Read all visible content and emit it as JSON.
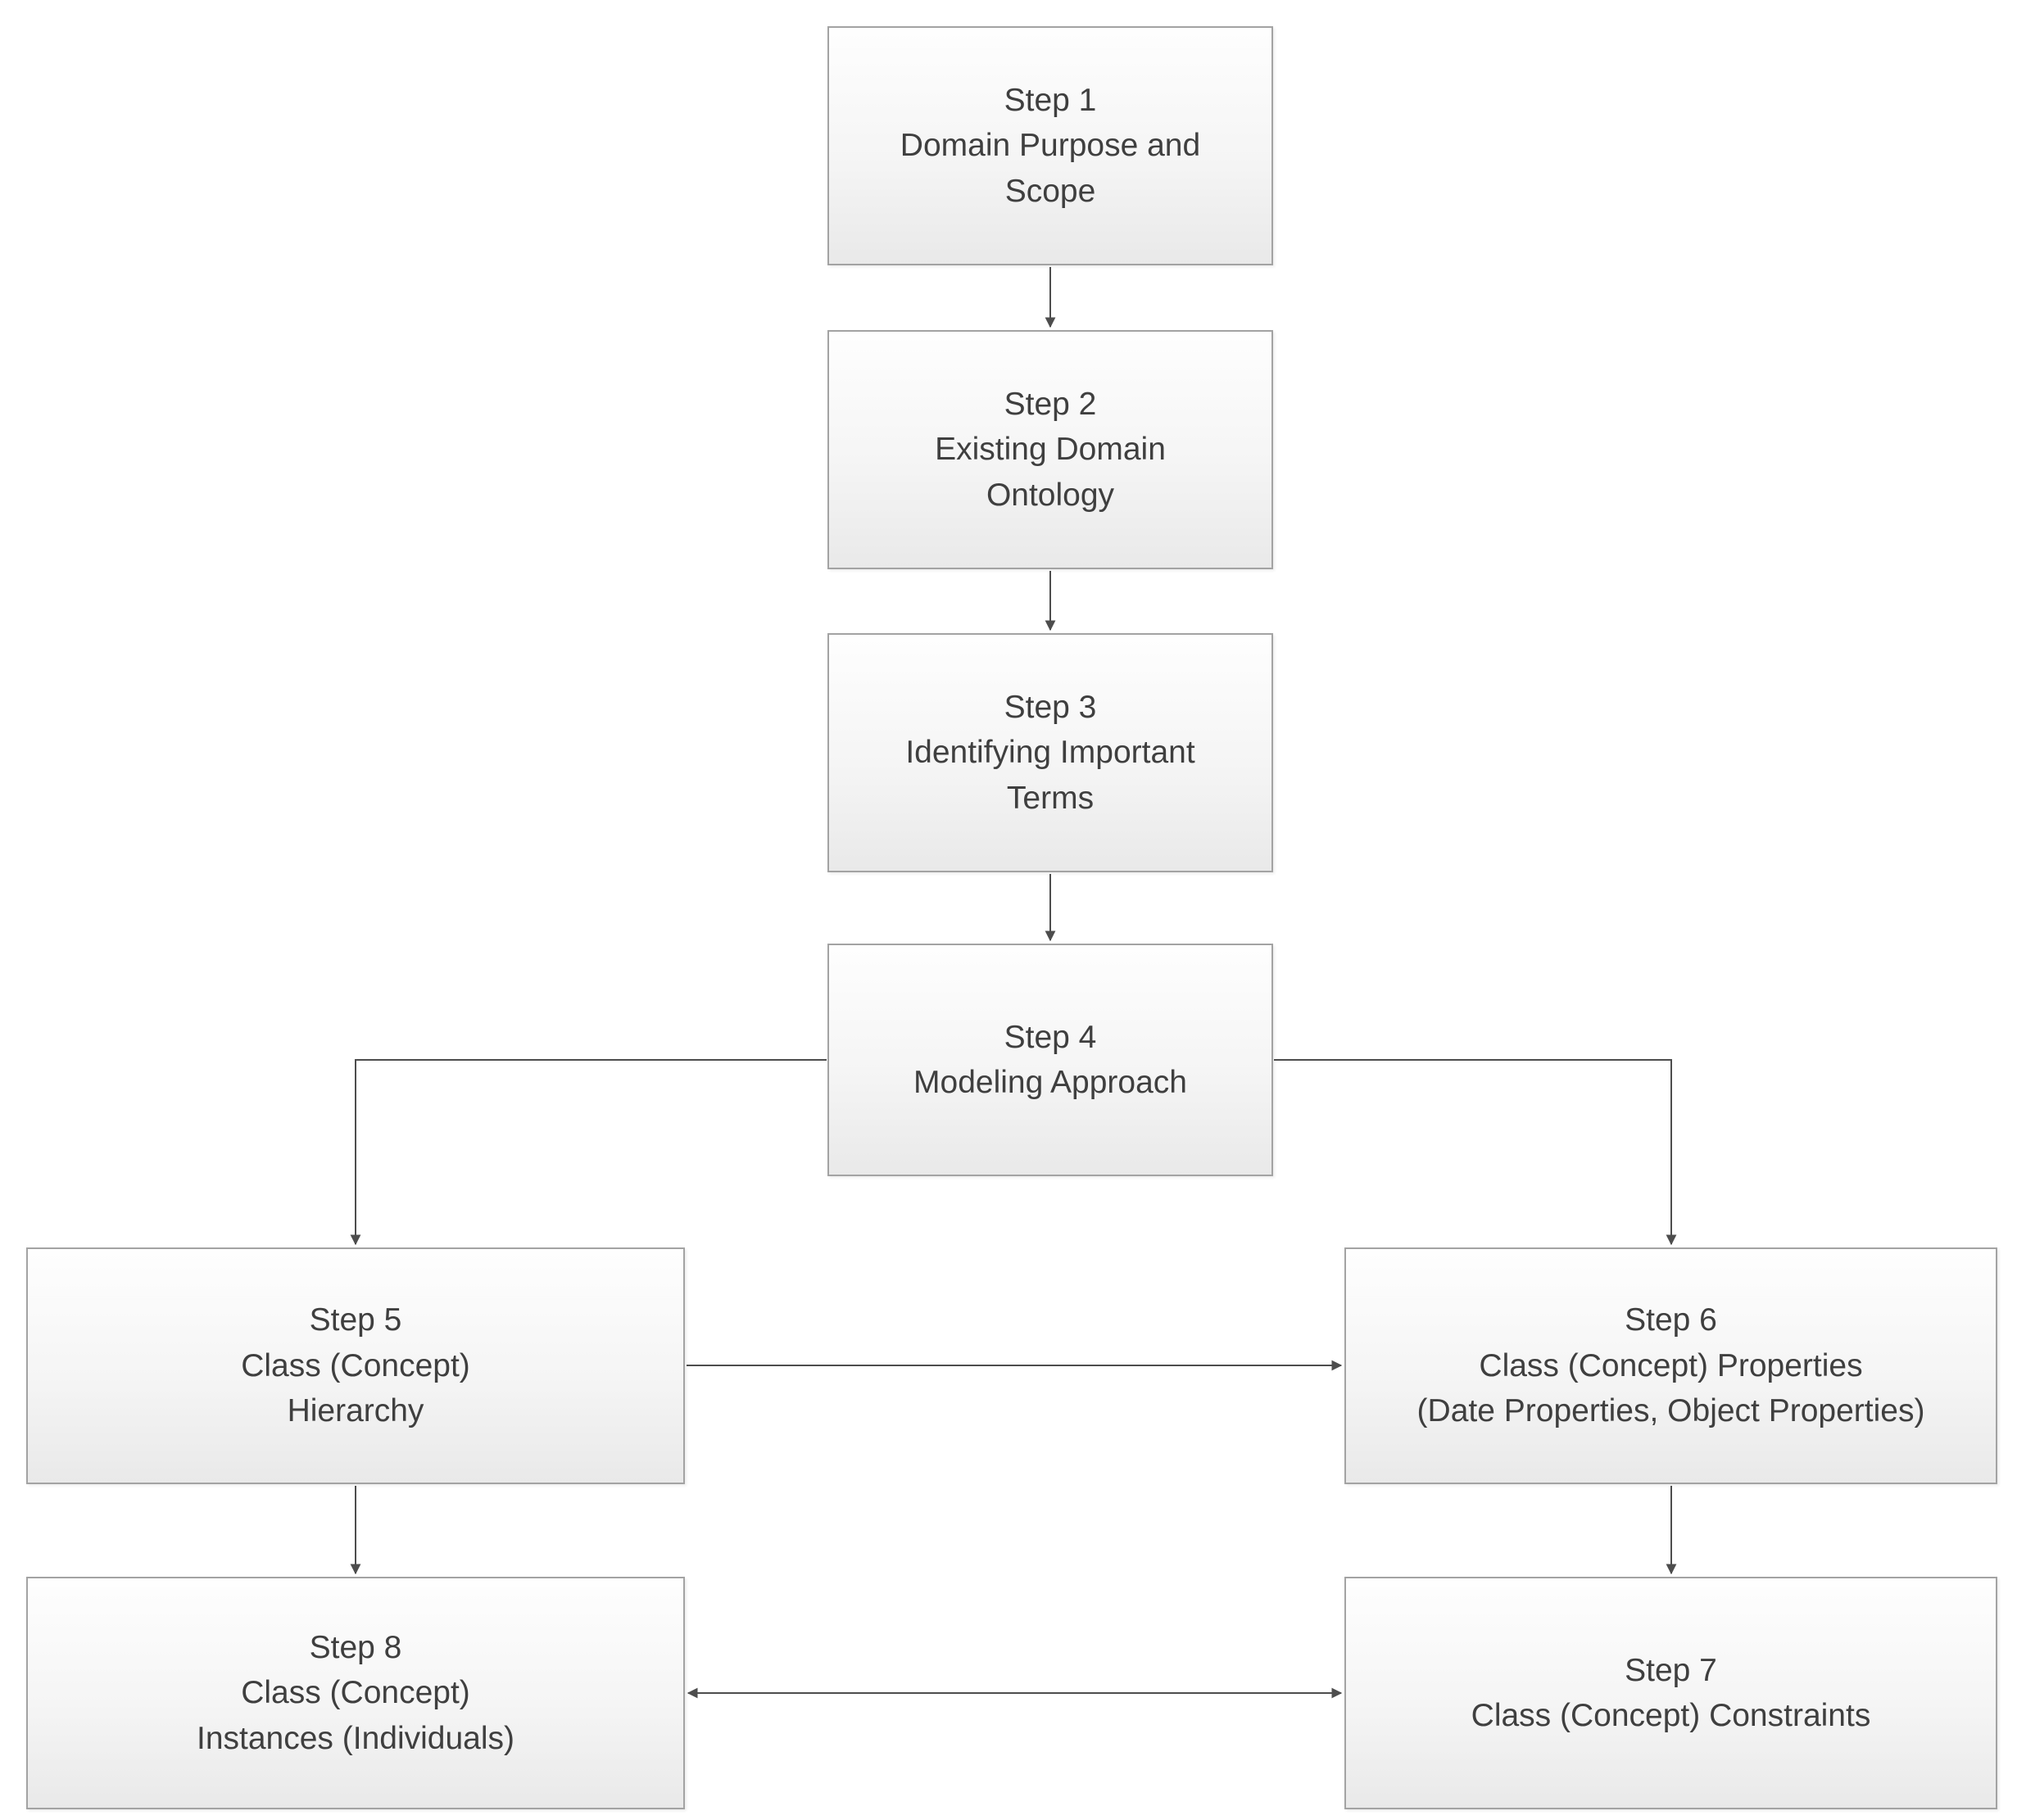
{
  "diagram": {
    "type": "flowchart",
    "colors": {
      "box_fill_top": "#fefefe",
      "box_fill_bottom": "#e9e9e9",
      "box_border": "#a3a3a3",
      "text": "#3f3f3f",
      "line": "#4d4d4d",
      "background": "#ffffff"
    },
    "nodes": {
      "step1": {
        "lines": [
          "Step 1",
          "Domain Purpose and",
          "Scope"
        ]
      },
      "step2": {
        "lines": [
          "Step 2",
          "Existing Domain",
          "Ontology"
        ]
      },
      "step3": {
        "lines": [
          "Step 3",
          "Identifying Important",
          "Terms"
        ]
      },
      "step4": {
        "lines": [
          "Step 4",
          "Modeling Approach"
        ]
      },
      "step5": {
        "lines": [
          "Step 5",
          "Class (Concept)",
          "Hierarchy"
        ]
      },
      "step6": {
        "lines": [
          "Step 6",
          "Class (Concept) Properties",
          "(Date Properties, Object Properties)"
        ]
      },
      "step7": {
        "lines": [
          "Step 7",
          "Class (Concept) Constraints"
        ]
      },
      "step8": {
        "lines": [
          "Step 8",
          "Class (Concept)",
          "Instances (Individuals)"
        ]
      }
    },
    "edges": [
      {
        "from": "step1",
        "to": "step2",
        "style": "arrow"
      },
      {
        "from": "step2",
        "to": "step3",
        "style": "arrow"
      },
      {
        "from": "step3",
        "to": "step4",
        "style": "arrow"
      },
      {
        "from": "step4",
        "to": "step5",
        "style": "arrow"
      },
      {
        "from": "step4",
        "to": "step6",
        "style": "arrow"
      },
      {
        "from": "step5",
        "to": "step6",
        "style": "arrow"
      },
      {
        "from": "step5",
        "to": "step8",
        "style": "arrow"
      },
      {
        "from": "step6",
        "to": "step7",
        "style": "arrow"
      },
      {
        "from": "step8",
        "to": "step7",
        "style": "double-arrow"
      }
    ]
  }
}
